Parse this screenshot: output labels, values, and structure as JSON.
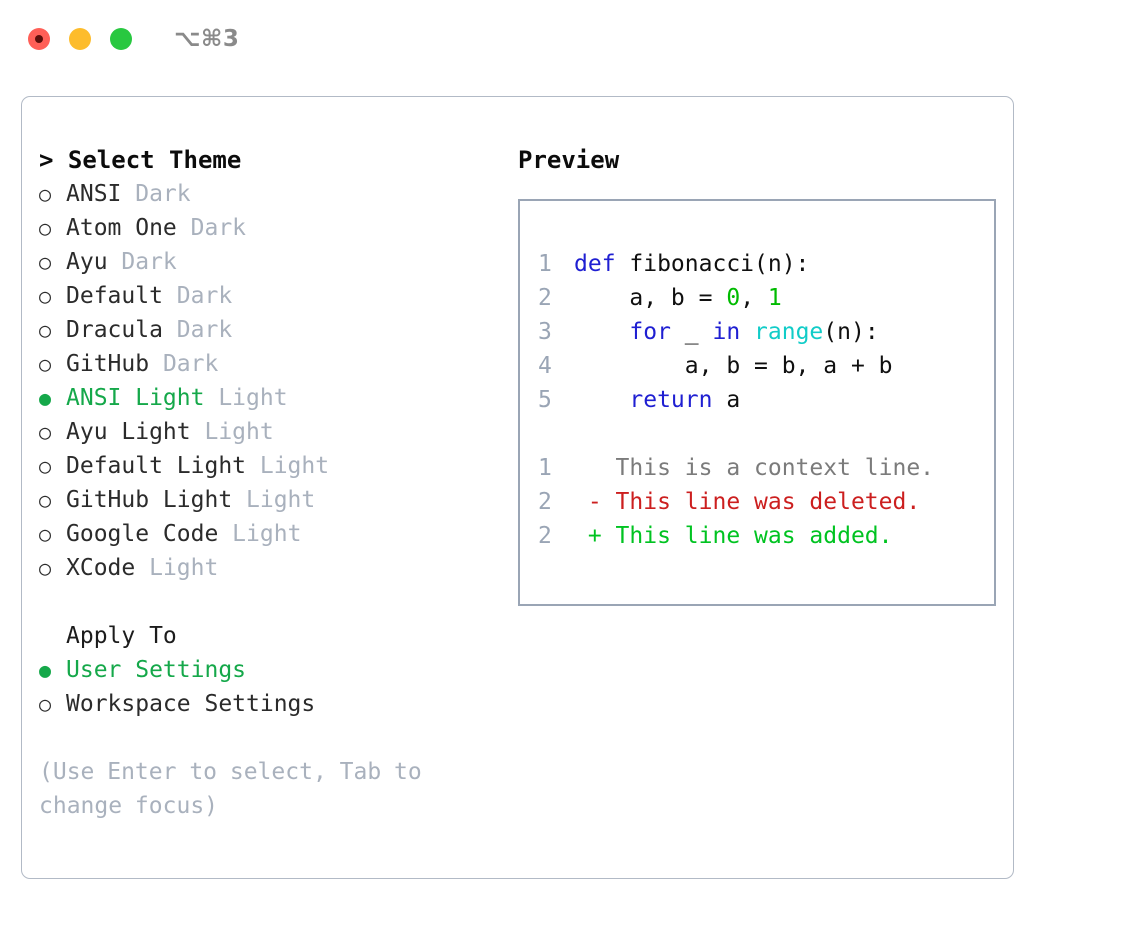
{
  "titlebar": {
    "shortcut": "⌥⌘3",
    "lights": [
      "close-red",
      "minimize-yellow",
      "maximize-green"
    ]
  },
  "theme_picker": {
    "heading": "> Select Theme",
    "items": [
      {
        "name": "ANSI",
        "variant": "Dark",
        "selected": false
      },
      {
        "name": "Atom One",
        "variant": "Dark",
        "selected": false
      },
      {
        "name": "Ayu",
        "variant": "Dark",
        "selected": false
      },
      {
        "name": "Default",
        "variant": "Dark",
        "selected": false
      },
      {
        "name": "Dracula",
        "variant": "Dark",
        "selected": false
      },
      {
        "name": "GitHub",
        "variant": "Dark",
        "selected": false
      },
      {
        "name": "ANSI Light",
        "variant": "Light",
        "selected": true
      },
      {
        "name": "Ayu Light",
        "variant": "Light",
        "selected": false
      },
      {
        "name": "Default Light",
        "variant": "Light",
        "selected": false
      },
      {
        "name": "GitHub Light",
        "variant": "Light",
        "selected": false
      },
      {
        "name": "Google Code",
        "variant": "Light",
        "selected": false
      },
      {
        "name": "XCode",
        "variant": "Light",
        "selected": false
      }
    ]
  },
  "apply_to": {
    "title": "Apply To",
    "options": [
      {
        "label": "User Settings",
        "selected": true
      },
      {
        "label": "Workspace Settings",
        "selected": false
      }
    ]
  },
  "hint": "(Use Enter to select, Tab to change focus)",
  "preview": {
    "heading": "Preview",
    "code_lines": [
      {
        "num": "1",
        "tokens": [
          {
            "t": "def",
            "c": "kw"
          },
          {
            "t": " fibonacci(n):",
            "c": "pl"
          }
        ]
      },
      {
        "num": "2",
        "tokens": [
          {
            "t": "    a, b = ",
            "c": "pl"
          },
          {
            "t": "0",
            "c": "num"
          },
          {
            "t": ", ",
            "c": "pl"
          },
          {
            "t": "1",
            "c": "num"
          }
        ]
      },
      {
        "num": "3",
        "tokens": [
          {
            "t": "    ",
            "c": "pl"
          },
          {
            "t": "for",
            "c": "kw"
          },
          {
            "t": " _ ",
            "c": "pl"
          },
          {
            "t": "in",
            "c": "kw"
          },
          {
            "t": " ",
            "c": "pl"
          },
          {
            "t": "range",
            "c": "fn"
          },
          {
            "t": "(n):",
            "c": "pl"
          }
        ]
      },
      {
        "num": "4",
        "tokens": [
          {
            "t": "        a, b = b, a + b",
            "c": "pl"
          }
        ]
      },
      {
        "num": "5",
        "tokens": [
          {
            "t": "    ",
            "c": "pl"
          },
          {
            "t": "return",
            "c": "kw"
          },
          {
            "t": " a",
            "c": "pl"
          }
        ]
      }
    ],
    "diff_lines": [
      {
        "num": "1",
        "marker": "  ",
        "text": "This is a context line.",
        "kind": "ctx"
      },
      {
        "num": "2",
        "marker": "- ",
        "text": "This line was deleted.",
        "kind": "del"
      },
      {
        "num": "2",
        "marker": "+ ",
        "text": "This line was added.",
        "kind": "add"
      }
    ]
  },
  "colors": {
    "selection_green": "#15a84a",
    "keyword_blue": "#1f1fd2",
    "function_cyan": "#11ccc8",
    "number_green": "#00bb00",
    "diff_add_green": "#00c321",
    "diff_del_red": "#cc1f1f",
    "muted_gray": "#a9b1bd",
    "border_gray": "#9aa5b5"
  },
  "glyphs": {
    "radio_on": "●",
    "radio_off": "○"
  }
}
